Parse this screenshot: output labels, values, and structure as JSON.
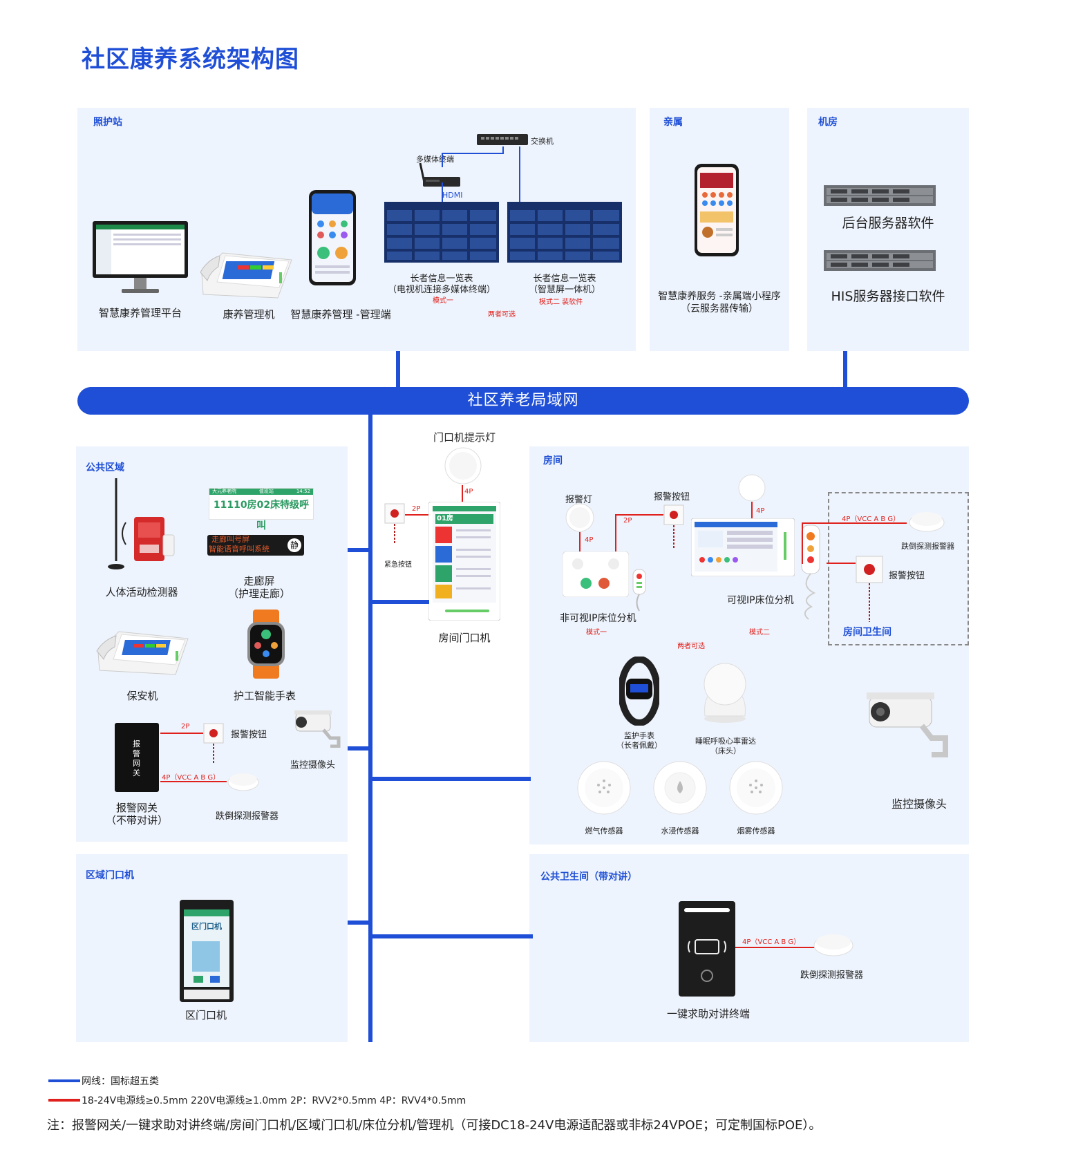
{
  "title": "社区康养系统架构图",
  "lan_label": "社区养老局域网",
  "sections": {
    "care_station": "照护站",
    "family": "亲属",
    "server_room": "机房",
    "public_area": "公共区域",
    "room": "房间",
    "area_door": "区域门口机",
    "public_toilet": "公共卫生间（带对讲）"
  },
  "care_station": {
    "platform": "智慧康养管理平台",
    "manager_machine": "康养管理机",
    "manager_app": "智慧康养管理 -管理端",
    "switch": "交换机",
    "media_terminal": "多媒体终端",
    "hdmi": "HDMI",
    "screen1_line1": "长者信息一览表",
    "screen1_line2": "（电视机连接多媒体终端）",
    "screen1_mode": "模式一",
    "screen2_line1": "长者信息一览表",
    "screen2_line2": "（智慧屏一体机）",
    "screen2_mode": "模式二 装软件",
    "either": "两者可选"
  },
  "family": {
    "app_line1": "智慧康养服务 -亲属端小程序",
    "app_line2": "（云服务器传输）"
  },
  "server_room": {
    "server1": "后台服务器软件",
    "server2": "HIS服务器接口软件"
  },
  "public_area": {
    "motion_detector": "人体活动检测器",
    "corridor_call_text": "11110房02床特级呼叫",
    "corridor_header_left": "大元养老院",
    "corridor_header_mid": "值班站",
    "corridor_header_time": "14:52",
    "led_text_line1": "走廊叫号屏",
    "led_text_line2": "智能语音呼叫系统",
    "led_mute": "静",
    "corridor_screen_line1": "走廊屏",
    "corridor_screen_line2": "（护理走廊）",
    "security_machine": "保安机",
    "smart_watch": "护工智能手表",
    "alarm_button": "报警按钮",
    "camera": "监控摄像头",
    "gateway_text": "报警网关",
    "gateway_line1": "报警网关",
    "gateway_line2": "（不带对讲）",
    "fall_detector": "跌倒探测报警器",
    "wire_2p": "2P",
    "wire_4p": "4P（VCC  A  B  G）"
  },
  "door_unit": {
    "indicator": "门口机提示灯",
    "wire_4p": "4P",
    "wire_2p": "2P",
    "emergency_button": "紧急按钮",
    "room_door": "房间门口机",
    "screen_room": "01房"
  },
  "room": {
    "alarm_light": "报警灯",
    "alarm_button": "报警按钮",
    "wire_4p_a": "4P",
    "wire_2p": "2P",
    "wire_4p_b": "4P",
    "wire_4p_vcc": "4P（VCC  A  B  G）",
    "fall_detector": "跌倒探测报警器",
    "toilet_alarm_button": "报警按钮",
    "room_toilet": "房间卫生间",
    "non_visual": "非可视IP床位分机",
    "mode1": "模式一",
    "visual": "可视IP床位分机",
    "mode2": "模式二",
    "either": "两者可选",
    "wristband_line1": "监护手表",
    "wristband_line2": "（长者佩戴）",
    "radar_line1": "睡眠呼吸心率雷达",
    "radar_line2": "（床头）",
    "gas_sensor": "燃气传感器",
    "water_sensor": "水浸传感器",
    "smoke_sensor": "烟雾传感器",
    "camera": "监控摄像头"
  },
  "area_door": {
    "device": "区门口机",
    "screen_text": "区门口机"
  },
  "public_toilet": {
    "wire_4p": "4P（VCC  A  B  G）",
    "fall_detector": "跌倒探测报警器",
    "terminal": "一键求助对讲终端"
  },
  "legend": {
    "network": "网线：国标超五类",
    "power": "18-24V电源线≥0.5mm   220V电源线≥1.0mm   2P：RVV2*0.5mm  4P：RVV4*0.5mm",
    "network_color": "#1f4fd6",
    "power_color": "#e0201c"
  },
  "note": "注：报警网关/一键求助对讲终端/房间门口机/区域门口机/床位分机/管理机（可接DC18-24V电源适配器或非标24VPOE；可定制国标POE）。",
  "colors": {
    "accent": "#1f4fd6",
    "panel_bg": "#eef4fd",
    "wire_red": "#e0201c"
  }
}
